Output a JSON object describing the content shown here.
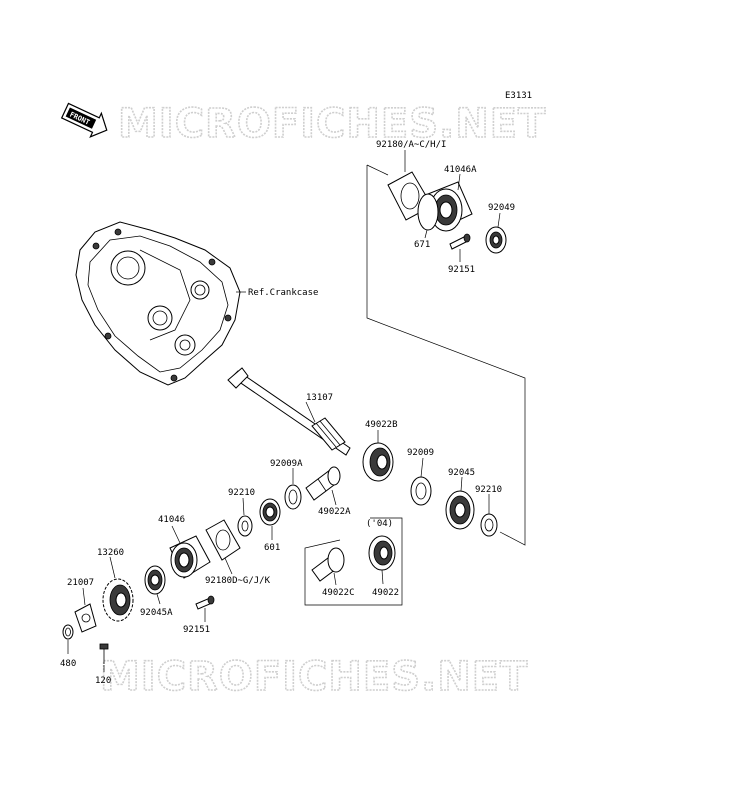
{
  "diagram_code": "E3131",
  "front_badge": "FRONT",
  "watermark_top": "MICROFICHES.NET",
  "watermark_bottom": "MICROFICHES.NET",
  "reference": "Ref.Crankcase",
  "variant_note": "('04)",
  "parts": {
    "p92180a": "92180/A~C/H/I",
    "p41046a": "41046A",
    "p92049": "92049",
    "p671": "671",
    "p92151_top": "92151",
    "p13107": "13107",
    "p49022b": "49022B",
    "p92009a": "92009A",
    "p92009": "92009",
    "p92045": "92045",
    "p92210_right": "92210",
    "p92210_left": "92210",
    "p49022a": "49022A",
    "p601": "601",
    "p41046": "41046",
    "p13260": "13260",
    "p92180d": "92180D~G/J/K",
    "p21007": "21007",
    "p92045a": "92045A",
    "p92151_bottom": "92151",
    "p480": "480",
    "p120": "120",
    "p49022c": "49022C",
    "p49022": "49022"
  }
}
